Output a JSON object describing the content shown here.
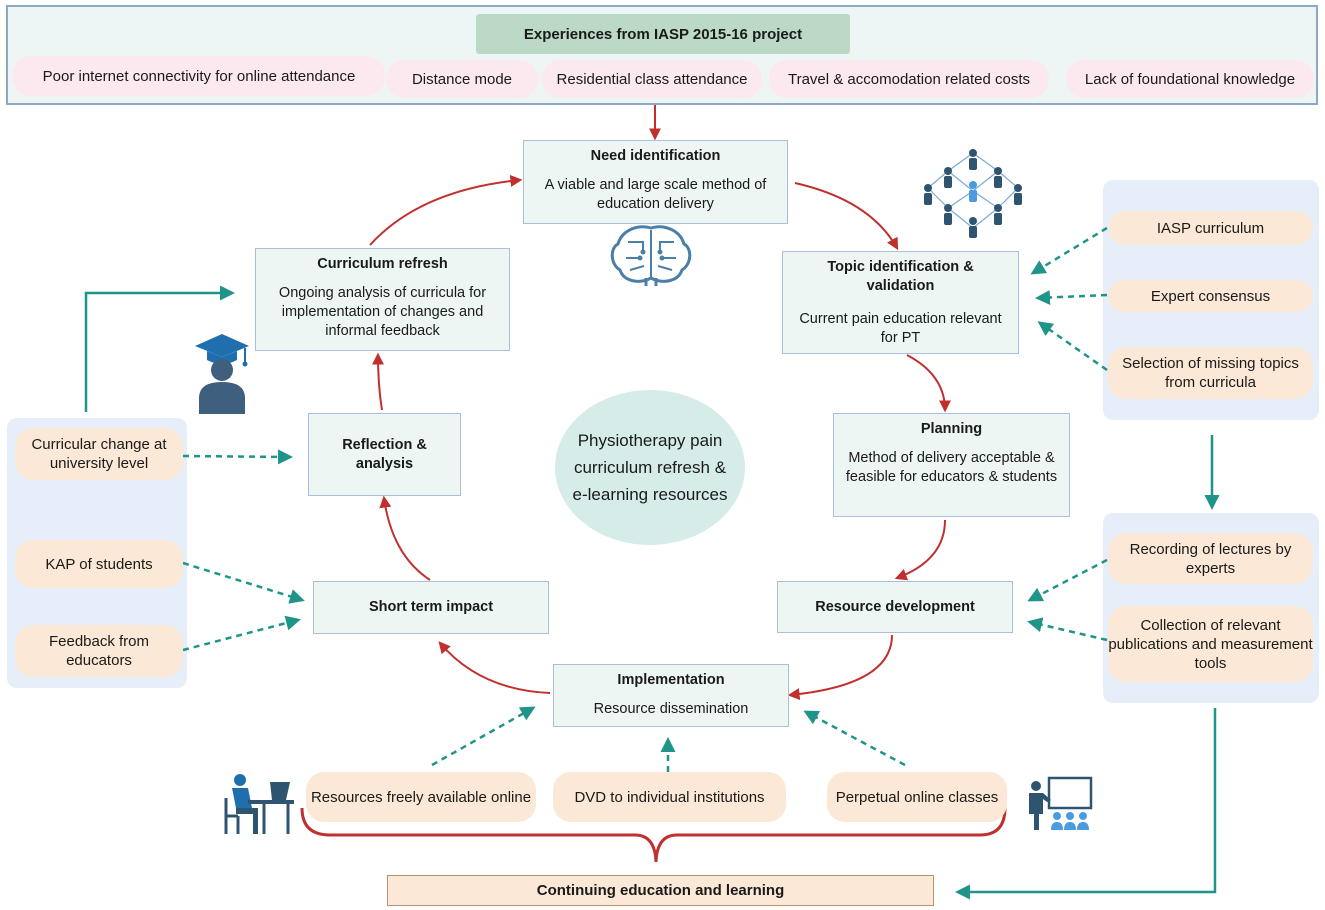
{
  "header": {
    "title": "Experiences from IASP 2015-16 project",
    "items": [
      "Poor internet connectivity for online attendance",
      "Distance mode",
      "Residential class attendance",
      "Travel & accomodation related costs",
      "Lack of foundational knowledge"
    ]
  },
  "cycle": {
    "need": {
      "title": "Need identification",
      "text": "A viable and large scale method of education delivery"
    },
    "topic": {
      "title": "Topic identification & validation",
      "text": "Current pain education relevant for PT"
    },
    "planning": {
      "title": "Planning",
      "text": "Method of delivery acceptable & feasible for educators & students"
    },
    "resource_dev": {
      "title": "Resource development"
    },
    "implementation": {
      "title": "Implementation",
      "text": "Resource dissemination"
    },
    "short_term": {
      "title": "Short term impact"
    },
    "reflection": {
      "title": "Reflection & analysis"
    },
    "curriculum": {
      "title": "Curriculum refresh",
      "text": "Ongoing analysis of curricula for implementation of changes and informal feedback"
    }
  },
  "center": {
    "text": "Physiotherapy pain curriculum refresh & e-learning resources"
  },
  "right_top": [
    "IASP curriculum",
    "Expert consensus",
    "Selection of missing topics from curricula"
  ],
  "right_bottom": [
    "Recording of lectures by experts",
    "Collection of relevant publications and measurement tools"
  ],
  "left": [
    "Curricular change at university level",
    "KAP of students",
    "Feedback from educators"
  ],
  "bottom": [
    "Resources freely available online",
    "DVD to individual institutions",
    "Perpetual online classes"
  ],
  "footer": {
    "text": "Continuing education and learning"
  },
  "colors": {
    "cycle_arrow": "#c0302f",
    "side_arrow": "#1f9488",
    "box_border": "#a9bfdb"
  },
  "icons": [
    "network-people-icon",
    "brain-circuit-icon",
    "graduate-student-icon",
    "student-at-computer-icon",
    "teacher-board-icon"
  ]
}
